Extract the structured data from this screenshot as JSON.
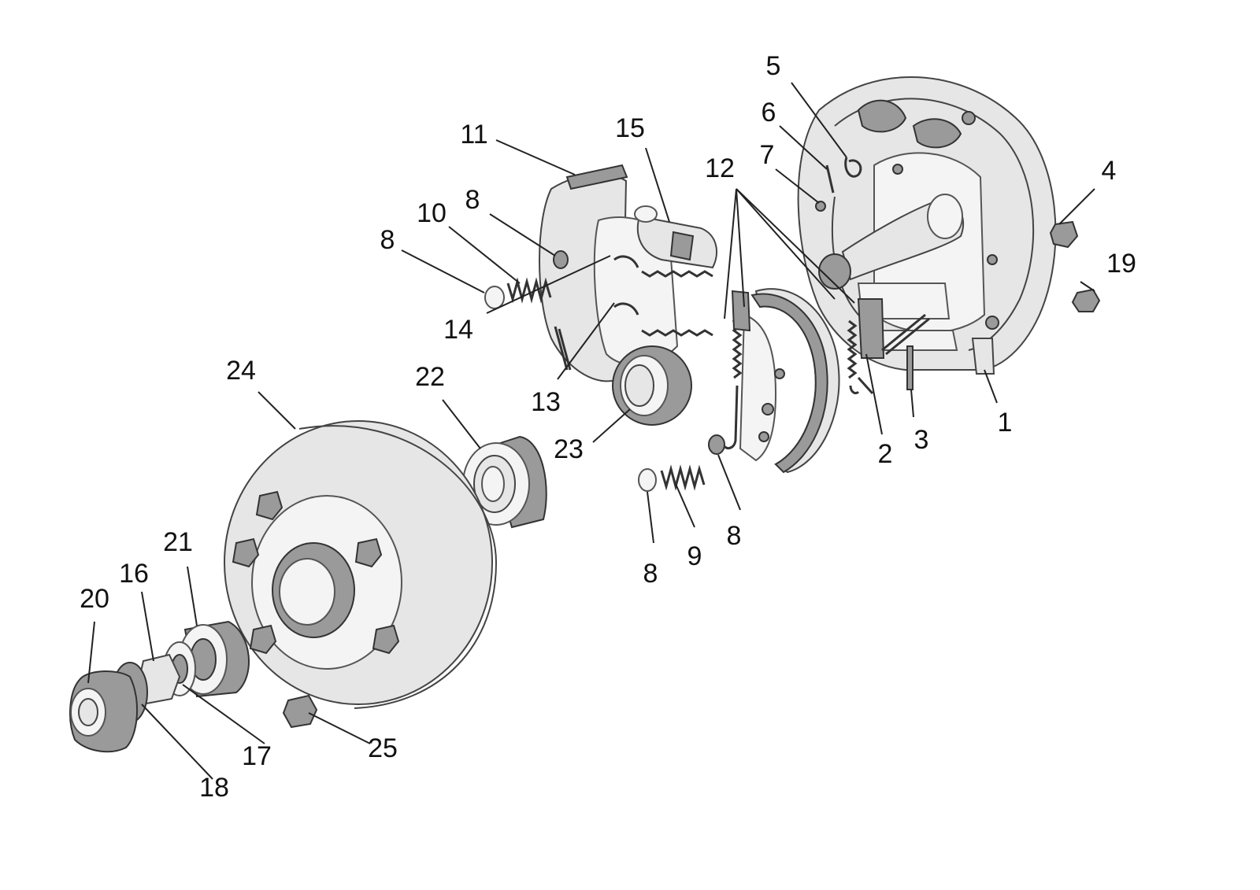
{
  "colors": {
    "background": "#ffffff",
    "ink": "#111111",
    "line": "#444444"
  },
  "callouts": [
    {
      "id": "c1",
      "label": "1"
    },
    {
      "id": "c2",
      "label": "2"
    },
    {
      "id": "c3",
      "label": "3"
    },
    {
      "id": "c4",
      "label": "4"
    },
    {
      "id": "c5",
      "label": "5"
    },
    {
      "id": "c6",
      "label": "6"
    },
    {
      "id": "c7",
      "label": "7"
    },
    {
      "id": "c8a",
      "label": "8"
    },
    {
      "id": "c8b",
      "label": "8"
    },
    {
      "id": "c8c",
      "label": "8"
    },
    {
      "id": "c8d",
      "label": "8"
    },
    {
      "id": "c9",
      "label": "9"
    },
    {
      "id": "c10",
      "label": "10"
    },
    {
      "id": "c11",
      "label": "11"
    },
    {
      "id": "c12",
      "label": "12"
    },
    {
      "id": "c13",
      "label": "13"
    },
    {
      "id": "c14",
      "label": "14"
    },
    {
      "id": "c15",
      "label": "15"
    },
    {
      "id": "c16",
      "label": "16"
    },
    {
      "id": "c17",
      "label": "17"
    },
    {
      "id": "c18",
      "label": "18"
    },
    {
      "id": "c19",
      "label": "19"
    },
    {
      "id": "c20",
      "label": "20"
    },
    {
      "id": "c21",
      "label": "21"
    },
    {
      "id": "c22",
      "label": "22"
    },
    {
      "id": "c23",
      "label": "23"
    },
    {
      "id": "c24",
      "label": "24"
    },
    {
      "id": "c25",
      "label": "25"
    }
  ]
}
